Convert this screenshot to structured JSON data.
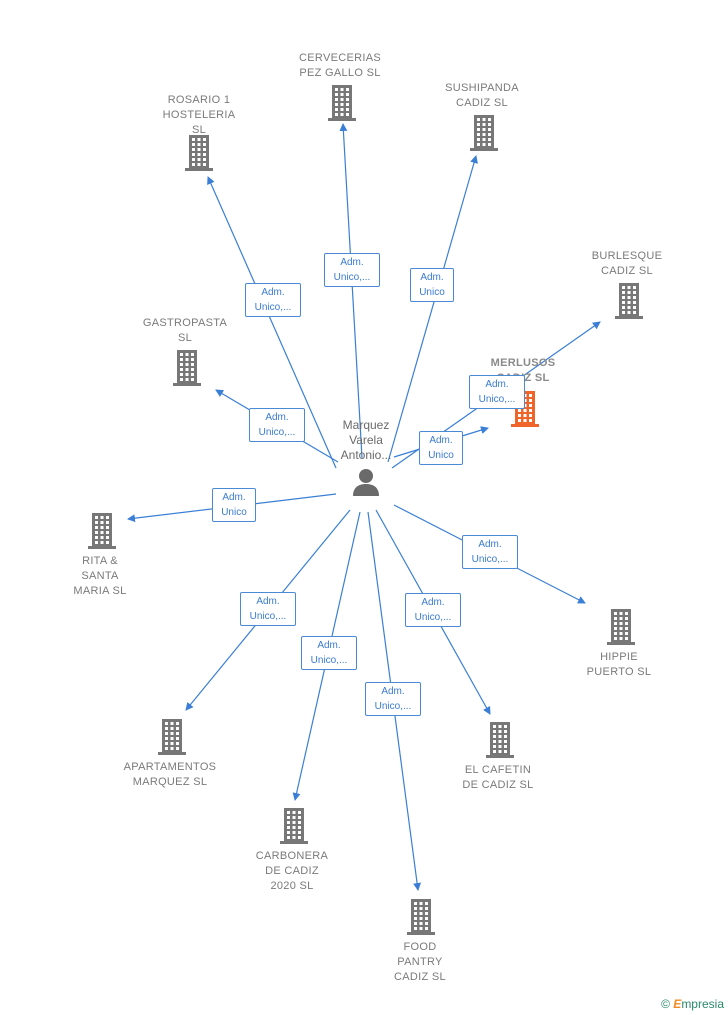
{
  "person": {
    "name": "Marquez\nVarela\nAntonio...",
    "icon": "person-icon"
  },
  "companies": [
    {
      "id": "rosario",
      "label": "ROSARIO 1\nHOSTELERIA\nSL",
      "color": "#777777"
    },
    {
      "id": "cervecerias",
      "label": "CERVECERIAS\nPEZ GALLO  SL",
      "color": "#777777"
    },
    {
      "id": "sushipanda",
      "label": "SUSHIPANDA\nCADIZ  SL",
      "color": "#777777"
    },
    {
      "id": "burlesque",
      "label": "BURLESQUE\nCADIZ  SL",
      "color": "#777777"
    },
    {
      "id": "gastropasta",
      "label": "GASTROPASTA\nSL",
      "color": "#777777"
    },
    {
      "id": "merlusos",
      "label": "MERLUSOS\nCADIZ  SL",
      "color": "#f0652a",
      "main": true
    },
    {
      "id": "rita",
      "label": "RITA &\nSANTA\nMARIA  SL",
      "color": "#777777"
    },
    {
      "id": "hippie",
      "label": "HIPPIE\nPUERTO  SL",
      "color": "#777777"
    },
    {
      "id": "apartamentos",
      "label": "APARTAMENTOS\nMARQUEZ  SL",
      "color": "#777777"
    },
    {
      "id": "elcafetin",
      "label": "EL CAFETIN\nDE CADIZ  SL",
      "color": "#777777"
    },
    {
      "id": "carbonera",
      "label": "CARBONERA\nDE CADIZ\n2020  SL",
      "color": "#777777"
    },
    {
      "id": "foodpantry",
      "label": "FOOD\nPANTRY\nCADIZ  SL",
      "color": "#777777"
    }
  ],
  "roles": [
    {
      "target": "rosario",
      "text": "Adm.\nUnico,..."
    },
    {
      "target": "cervecerias",
      "text": "Adm.\nUnico,..."
    },
    {
      "target": "sushipanda",
      "text": "Adm.\nUnico"
    },
    {
      "target": "burlesque",
      "text": "Adm.\nUnico,..."
    },
    {
      "target": "gastropasta",
      "text": "Adm.\nUnico,..."
    },
    {
      "target": "merlusos",
      "text": "Adm.\nUnico"
    },
    {
      "target": "rita",
      "text": "Adm.\nUnico"
    },
    {
      "target": "hippie",
      "text": "Adm.\nUnico,..."
    },
    {
      "target": "apartamentos",
      "text": "Adm.\nUnico,..."
    },
    {
      "target": "elcafetin",
      "text": "Adm.\nUnico,..."
    },
    {
      "target": "carbonera",
      "text": "Adm.\nUnico,..."
    },
    {
      "target": "foodpantry",
      "text": "Adm.\nUnico,..."
    }
  ],
  "edge_color": "#3a7fd5",
  "brand": {
    "copyright": "©",
    "e": "E",
    "name": "mpresia"
  }
}
